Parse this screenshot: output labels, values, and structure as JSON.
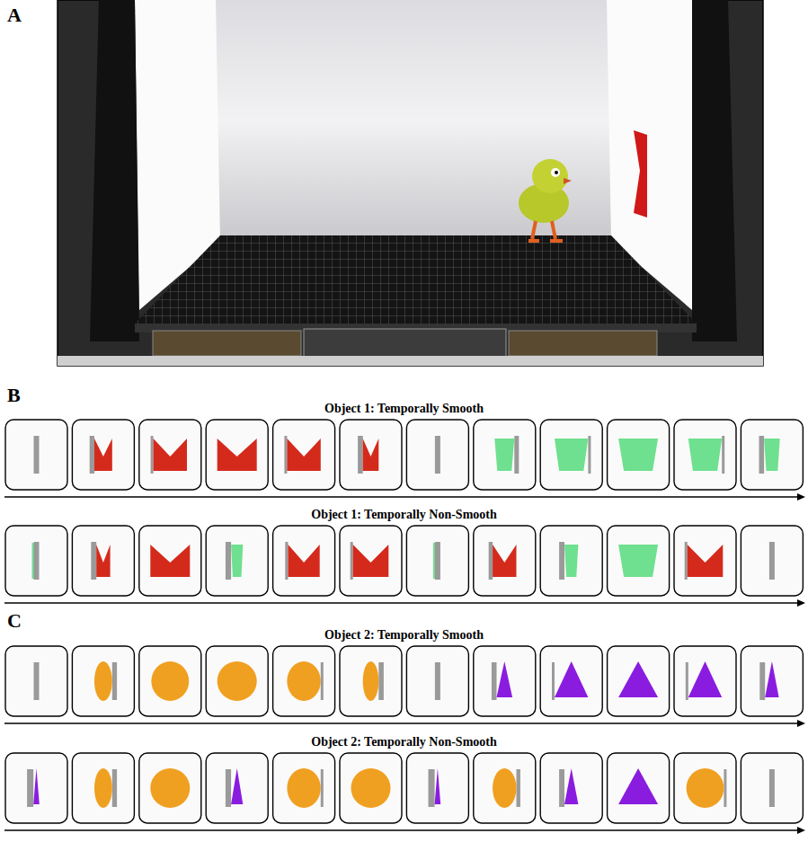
{
  "diagram": {
    "labels": [
      "A",
      "B",
      "Object 1: Temporally Smooth",
      "Object 1: Temporally Non-Smooth",
      "C",
      "Object 2: Temporally Smooth",
      "Object 2: Temporally Non-Smooth"
    ]
  }
}
